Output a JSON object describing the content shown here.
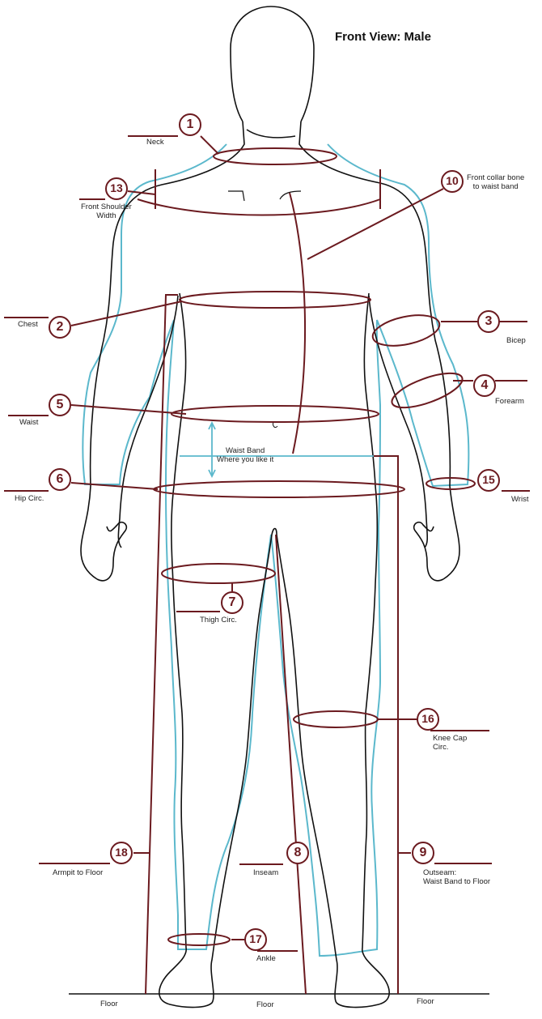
{
  "title": "Front View: Male",
  "colors": {
    "accent": "#6b1a1f",
    "outline": "#111111",
    "garment": "#5bb8cc"
  },
  "labels": {
    "neck": "Neck",
    "front_shoulder": "Front Shoulder\nWidth",
    "chest": "Chest",
    "waist": "Waist",
    "hip": "Hip Circ.",
    "thigh": "Thigh Circ.",
    "armpit_floor": "Armpit to Floor",
    "inseam": "Inseam",
    "ankle": "Ankle",
    "collar_waist": "Front collar bone\nto waist band",
    "bicep": "Bicep",
    "forearm": "Forearm",
    "wrist": "Wrist",
    "waist_band": "Waist Band\nWhere you like it",
    "knee": "Knee Cap\nCirc.",
    "outseam": "Outseam:\nWaist Band to Floor",
    "floor_left": "Floor",
    "floor_mid": "Floor",
    "floor_right": "Floor"
  },
  "numbers": {
    "n1": "1",
    "n2": "2",
    "n3": "3",
    "n4": "4",
    "n5": "5",
    "n6": "6",
    "n7": "7",
    "n8": "8",
    "n9": "9",
    "n10": "10",
    "n13": "13",
    "n15": "15",
    "n16": "16",
    "n17": "17",
    "n18": "18"
  },
  "icons": {
    "navel": "navel-mark",
    "collarbone": "collarbone-mark"
  }
}
